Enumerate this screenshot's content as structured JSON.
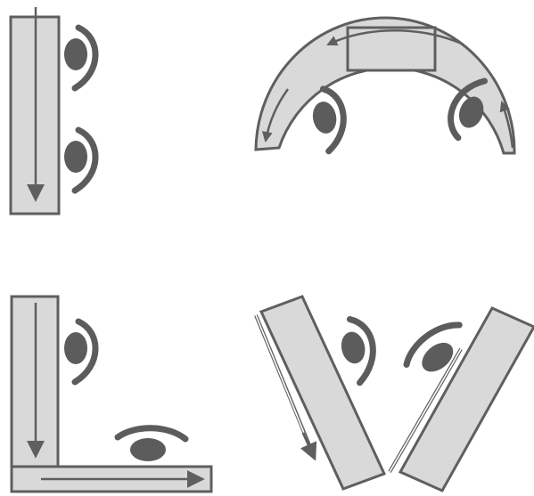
{
  "colors": {
    "panel_fill": "#d9d9d9",
    "stroke": "#5f5f5f",
    "eye": "#5c5c5c",
    "background": "#ffffff",
    "flow_line": "#ffffff"
  },
  "panels": [
    {
      "name": "straight-vertical",
      "eyes": 2,
      "flow_arrows": 1
    },
    {
      "name": "arch",
      "eyes": 2,
      "flow_arrows": 3
    },
    {
      "name": "corner-l",
      "eyes": 2,
      "flow_arrows": 2
    },
    {
      "name": "v-shape",
      "eyes": 2,
      "flow_arrows": 1
    }
  ]
}
